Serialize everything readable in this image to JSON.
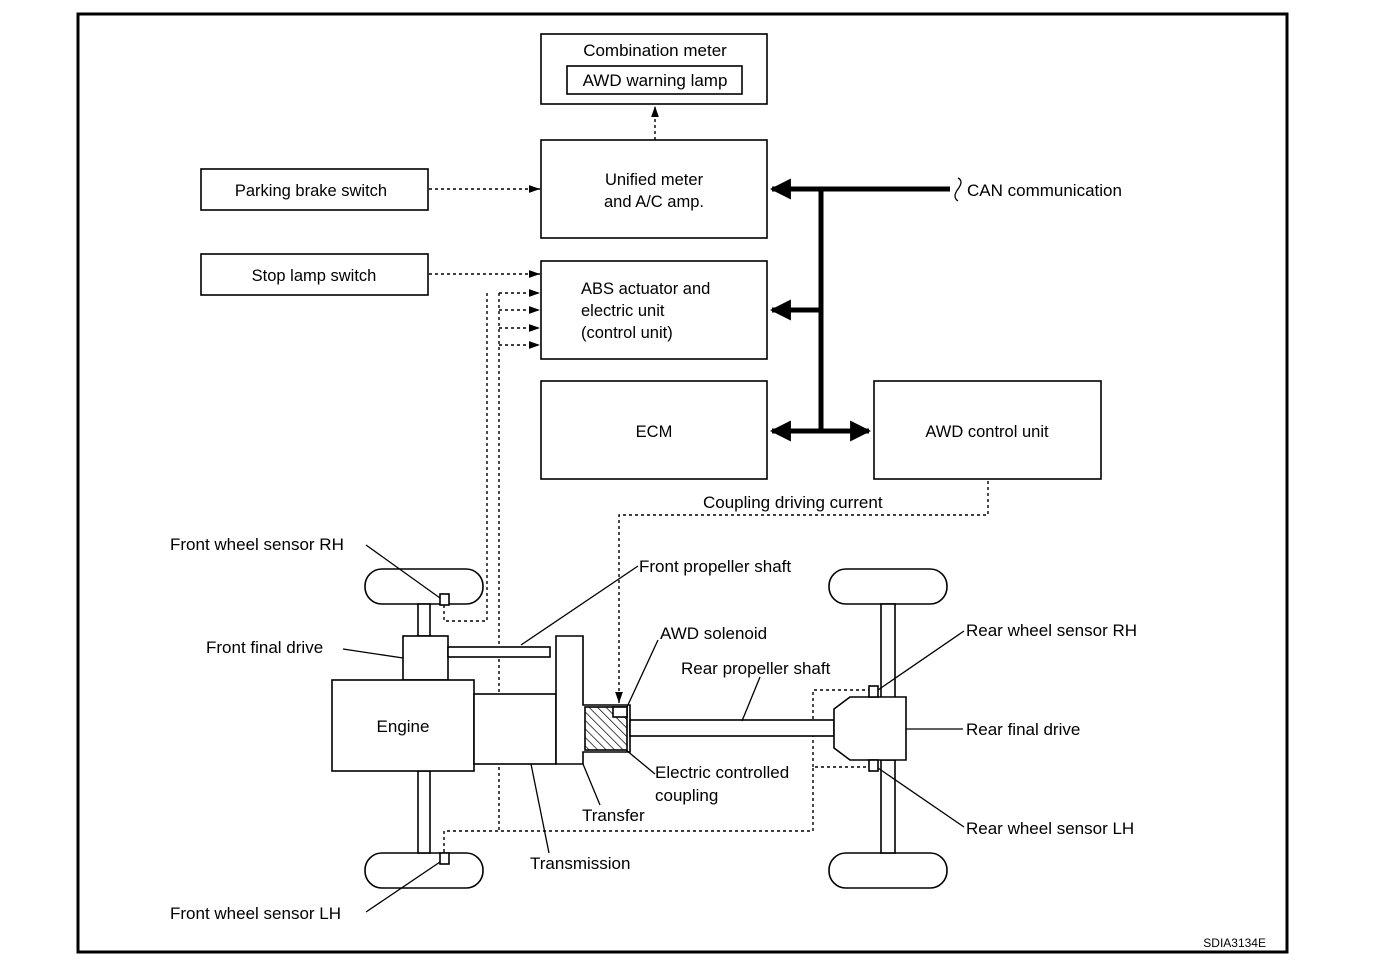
{
  "boxes": {
    "combination_meter": "Combination meter",
    "awd_warning_lamp": "AWD warning lamp",
    "unified_meter_line1": "Unified meter",
    "unified_meter_line2": "and A/C amp.",
    "parking_brake_switch": "Parking brake switch",
    "stop_lamp_switch": "Stop lamp switch",
    "abs_line1": "ABS actuator and",
    "abs_line2": "electric unit",
    "abs_line3": "(control unit)",
    "ecm": "ECM",
    "awd_control_unit": "AWD control unit",
    "engine": "Engine"
  },
  "labels": {
    "can_communication": "CAN communication",
    "coupling_driving_current": "Coupling driving current",
    "front_wheel_sensor_rh": "Front wheel sensor RH",
    "front_propeller_shaft": "Front propeller shaft",
    "awd_solenoid": "AWD solenoid",
    "rear_wheel_sensor_rh": "Rear wheel sensor RH",
    "front_final_drive": "Front final drive",
    "rear_propeller_shaft": "Rear propeller shaft",
    "rear_final_drive": "Rear final drive",
    "electric_coupling_line1": "Electric controlled",
    "electric_coupling_line2": "coupling",
    "transfer": "Transfer",
    "rear_wheel_sensor_lh": "Rear wheel sensor LH",
    "transmission": "Transmission",
    "front_wheel_sensor_lh": "Front wheel sensor LH"
  },
  "figure_code": "SDIA3134E"
}
